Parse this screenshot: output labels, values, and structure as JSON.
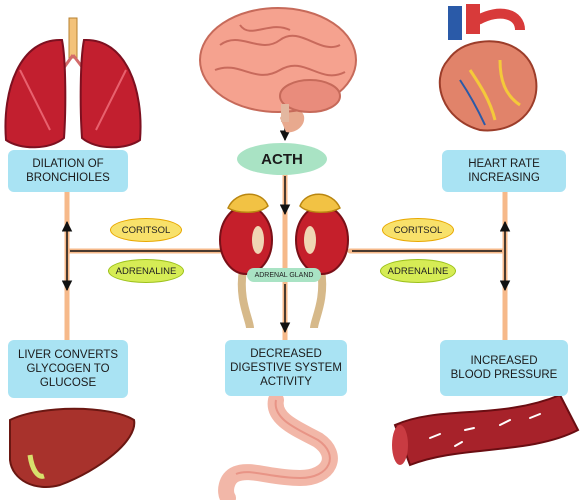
{
  "hub": {
    "hormone": "ACTH",
    "gland": "ADRENAL GLAND"
  },
  "hormones": {
    "left_top": "CORITSOL",
    "left_bottom": "ADRENALINE",
    "right_top": "CORITSOL",
    "right_bottom": "ADRENALINE"
  },
  "effects": {
    "lungs": "DILATION OF\nBRONCHIOLES",
    "heart": "HEART RATE\nINCREASING",
    "liver": "LIVER CONVERTS\nGLYCOGEN TO\nGLUCOSE",
    "digestive": "DECREASED\nDIGESTIVE SYSTEM\nACTIVITY",
    "blood": "INCREASED\nBLOOD PRESSURE"
  },
  "colors": {
    "box": "#a9e3f3",
    "arrow": "#f6b98a",
    "cortisol": "#f8e16a",
    "adrenaline": "#d6ec55",
    "acth": "#a9e3c4"
  },
  "icons": [
    "lungs-illustration",
    "brain-illustration",
    "heart-illustration",
    "adrenal-glands-illustration",
    "liver-illustration",
    "stomach-illustration",
    "blood-vessel-illustration"
  ]
}
